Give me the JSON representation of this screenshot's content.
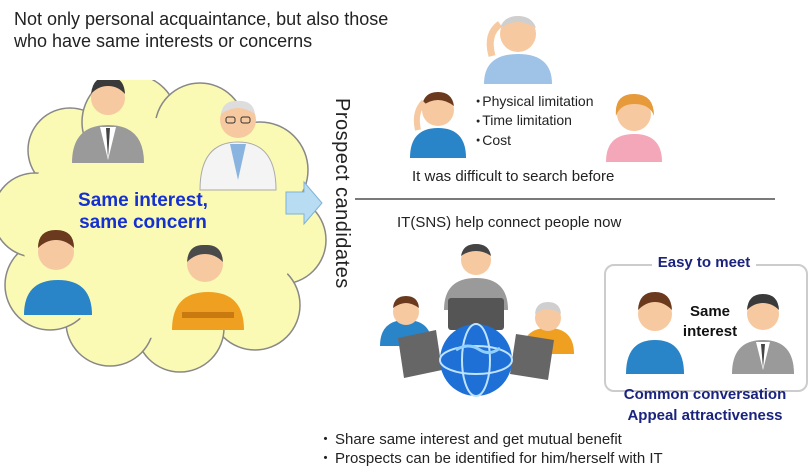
{
  "intro_text": "Not only personal acquaintance, but also those who have same interests or concerns",
  "cloud_label_line1": "Same interest,",
  "cloud_label_line2": "same concern",
  "vertical_label": "Prospect candidates",
  "limitations": [
    "Physical limitation",
    "Time limitation",
    "Cost"
  ],
  "before_caption": "It was difficult to search before",
  "now_caption": "IT(SNS) help connect people now",
  "panel": {
    "title": "Easy to meet",
    "center_line1": "Same",
    "center_line2": "interest",
    "bottom_line1": "Common conversation",
    "bottom_line2": "Appeal attractiveness"
  },
  "footer": [
    "Share same interest and get mutual benefit",
    "Prospects can be identified for him/herself with IT"
  ],
  "colors": {
    "cloud_fill": "#fafab4",
    "accent_blue": "#1530d0",
    "navy": "#1a237e",
    "arrow": "#b8dcf2"
  }
}
